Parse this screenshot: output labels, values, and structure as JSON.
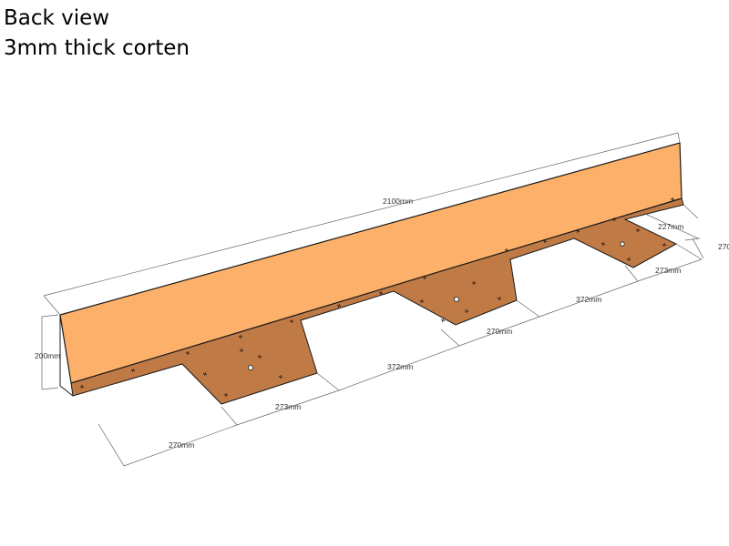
{
  "title": {
    "line1": "Back view",
    "line2": "3mm thick corten"
  },
  "colors": {
    "wall_face": "#FDB069",
    "base_plate": "#C07A45",
    "outline": "#1a1a1a"
  },
  "dimensions": {
    "length": "2100mm",
    "height": "200mm",
    "tab_width_1": "273mm",
    "gap_1": "270mm",
    "spacing_1": "372mm",
    "gap_2": "270mm",
    "spacing_2": "372mm",
    "tab_width_2": "273mm",
    "end_width": "227mm",
    "end_depth": "270"
  }
}
